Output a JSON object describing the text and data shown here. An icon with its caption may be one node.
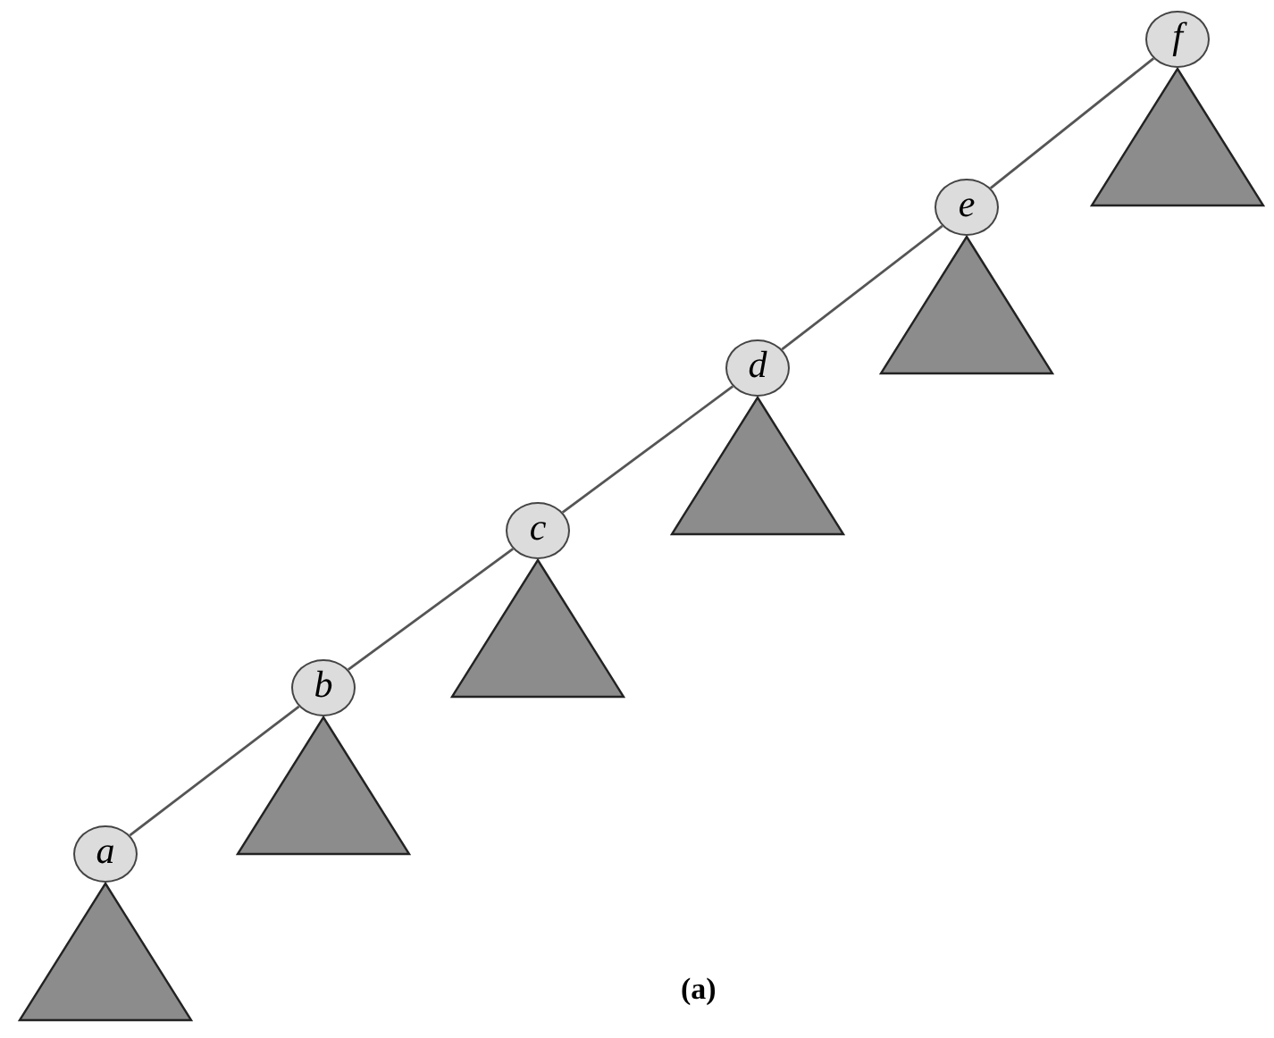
{
  "diagram": {
    "nodes": [
      {
        "text": [
          "f"
        ]
      },
      {
        "text": [],
        "shape": "triangle"
      },
      {
        "text": [
          "e"
        ]
      },
      {
        "text": [],
        "shape": "triangle"
      },
      {
        "text": [
          "d"
        ]
      },
      {
        "text": [],
        "shape": "triangle"
      },
      {
        "text": [
          "c"
        ]
      },
      {
        "text": [],
        "shape": "triangle"
      },
      {
        "text": [
          "b"
        ]
      },
      {
        "text": [],
        "shape": "triangle"
      },
      {
        "text": [
          "a"
        ]
      },
      {
        "text": [],
        "shape": "triangle"
      }
    ],
    "edges": [
      {
        "from": 0,
        "to": 2,
        "arrow": "none"
      },
      {
        "from": 2,
        "to": 4,
        "arrow": "none"
      },
      {
        "from": 4,
        "to": 6,
        "arrow": "none"
      },
      {
        "from": 6,
        "to": 8,
        "arrow": "none"
      },
      {
        "from": 8,
        "to": 10,
        "arrow": "none"
      }
    ],
    "labels": [
      "(a)"
    ]
  }
}
